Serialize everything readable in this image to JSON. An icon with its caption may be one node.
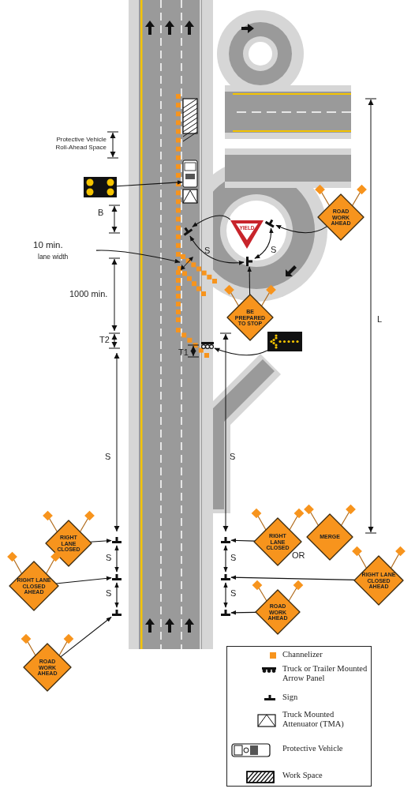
{
  "diagram": {
    "nodes": [
      {
        "text": [],
        "shape": "box"
      },
      {
        "text": [],
        "shape": "truck"
      },
      {
        "text": [
          "ROAD WORK AHEAD"
        ]
      },
      {
        "text": [],
        "shape": "sign"
      },
      {
        "text": [],
        "shape": "sign"
      },
      {
        "text": [
          "YIELD"
        ]
      },
      {
        "text": [
          "10 min.",
          "lane width"
        ]
      },
      {
        "text": [],
        "shape": "sign"
      },
      {
        "text": [
          "BE PREPARED TO STOP"
        ]
      },
      {
        "text": [],
        "shape": "box"
      },
      {
        "text": [],
        "shape": "trailer"
      },
      {
        "text": [
          "RIGHT LANE CLOSED"
        ]
      },
      {
        "text": [],
        "shape": "sign"
      },
      {
        "text": [
          "RIGHT LANE CLOSED"
        ]
      },
      {
        "text": [
          "MERGE"
        ]
      },
      {
        "text": [],
        "shape": "sign"
      },
      {
        "text": [
          "RIGHT LANE CLOSED AHEAD"
        ]
      },
      {
        "text": [],
        "shape": "sign"
      },
      {
        "text": [
          "RIGHT LANE CLOSED AHEAD"
        ]
      },
      {
        "text": [],
        "shape": "sign"
      },
      {
        "text": [
          "ROAD WORK AHEAD"
        ]
      },
      {
        "text": [],
        "shape": "sign"
      },
      {
        "text": [],
        "shape": "sign"
      },
      {
        "text": [
          "ROAD WORK AHEAD"
        ]
      }
    ],
    "edges": [
      {
        "from": 0,
        "to": 1,
        "arrow": "to"
      },
      {
        "from": 2,
        "to": 4,
        "arrow": "to"
      },
      {
        "from": 5,
        "to": 3,
        "arrow": "to"
      },
      {
        "from": 3,
        "to": 7,
        "arrow": "both",
        "label": "S"
      },
      {
        "from": 4,
        "to": 7,
        "arrow": "both",
        "label": "S"
      },
      {
        "from": 8,
        "to": 7,
        "arrow": "to"
      },
      {
        "from": 9,
        "to": 10,
        "arrow": "to"
      },
      {
        "from": 11,
        "to": 12,
        "arrow": "to"
      },
      {
        "from": 16,
        "to": 17,
        "arrow": "to"
      },
      {
        "from": 23,
        "to": 21,
        "arrow": "to"
      },
      {
        "from": 13,
        "to": 15,
        "arrow": "to"
      },
      {
        "from": 18,
        "to": 19,
        "arrow": "to"
      },
      {
        "from": 20,
        "to": 22,
        "arrow": "to"
      },
      {
        "from": 6,
        "to": null,
        "arrow": "to"
      },
      {
        "from": 12,
        "to": 17,
        "arrow": "both",
        "label": "S"
      },
      {
        "from": 17,
        "to": 21,
        "arrow": "both",
        "label": "S"
      },
      {
        "from": 15,
        "to": 19,
        "arrow": "both",
        "label": "S"
      },
      {
        "from": 19,
        "to": 22,
        "arrow": "both",
        "label": "S"
      }
    ],
    "labels": [
      "Protective Vehicle Roll-Ahead Space",
      "B",
      "1000 min.",
      "T2",
      "T1",
      "L",
      "S",
      "S",
      "OR"
    ],
    "legend": [
      {
        "text": "Channelizer",
        "color": "#f7941d"
      },
      {
        "text": "Truck or Trailer Mounted Arrow Panel"
      },
      {
        "text": "Sign"
      },
      {
        "text": "Truck Mounted Attenuator (TMA)"
      },
      {
        "text": "Protective Vehicle"
      },
      {
        "text": "Work Space"
      }
    ]
  }
}
